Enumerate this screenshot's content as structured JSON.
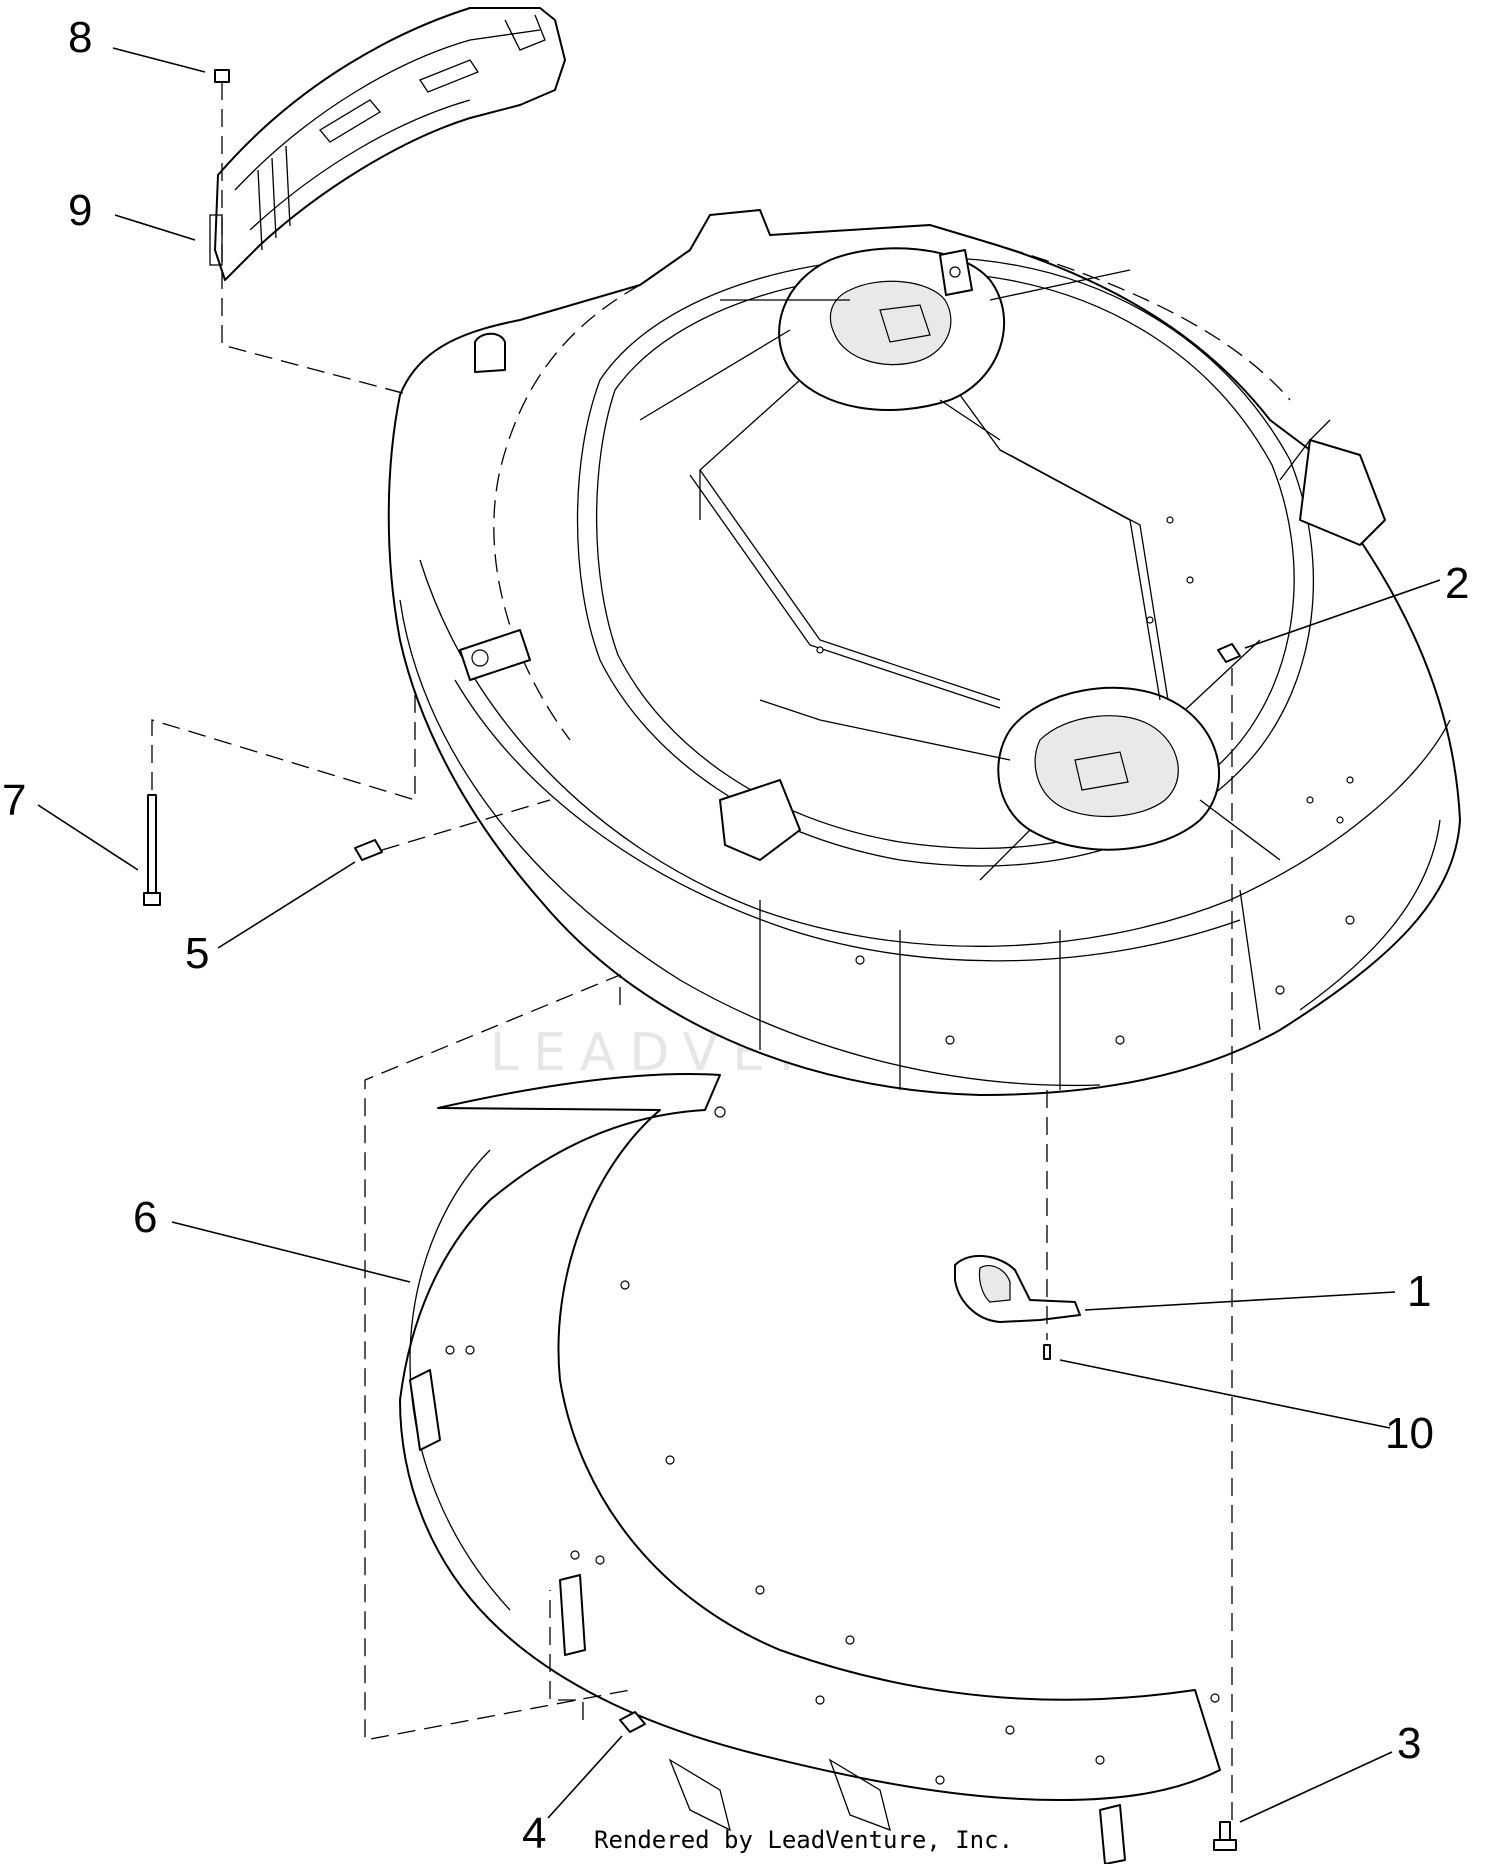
{
  "callouts": [
    "8",
    "9",
    "2",
    "7",
    "5",
    "6",
    "1",
    "10",
    "3",
    "4"
  ],
  "watermark": "LEADVENTURE",
  "footer": "Rendered by LeadVenture, Inc."
}
